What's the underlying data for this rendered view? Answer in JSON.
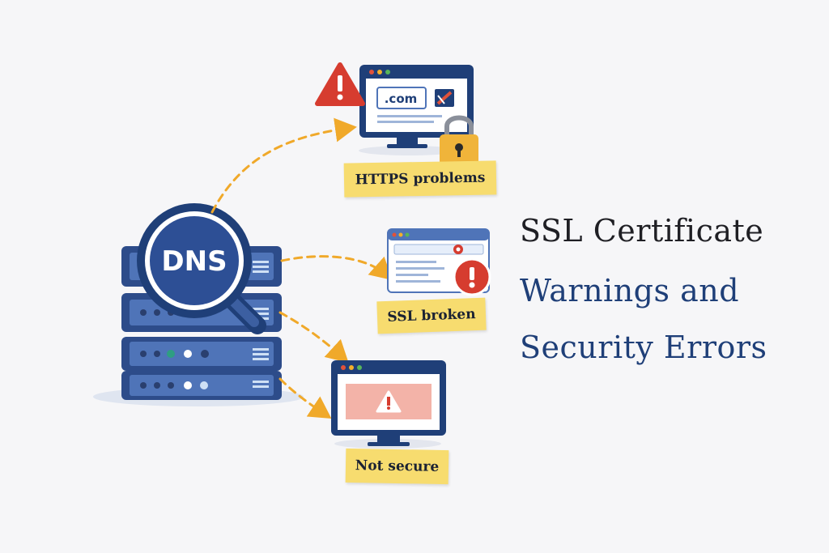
{
  "diagram": {
    "title_lines": [
      "SSL Certificate",
      "Warnings and",
      "Security Errors"
    ],
    "dns_label": "DNS",
    "url_text": ".com",
    "outcomes": [
      {
        "label": "HTTPS problems"
      },
      {
        "label": "SSL broken"
      },
      {
        "label": "Not secure"
      }
    ]
  },
  "colors": {
    "navy": "#1f3f78",
    "server_blue": "#3c5fa1",
    "warning_red": "#d63c2f",
    "sticky_yellow": "#f7dc6f",
    "arrow_orange": "#f0a92a",
    "lock_gold": "#f0b43a"
  },
  "icons": [
    "dns-server-icon",
    "magnifier-icon",
    "warning-triangle-icon",
    "padlock-icon",
    "browser-window-icon",
    "monitor-icon"
  ]
}
